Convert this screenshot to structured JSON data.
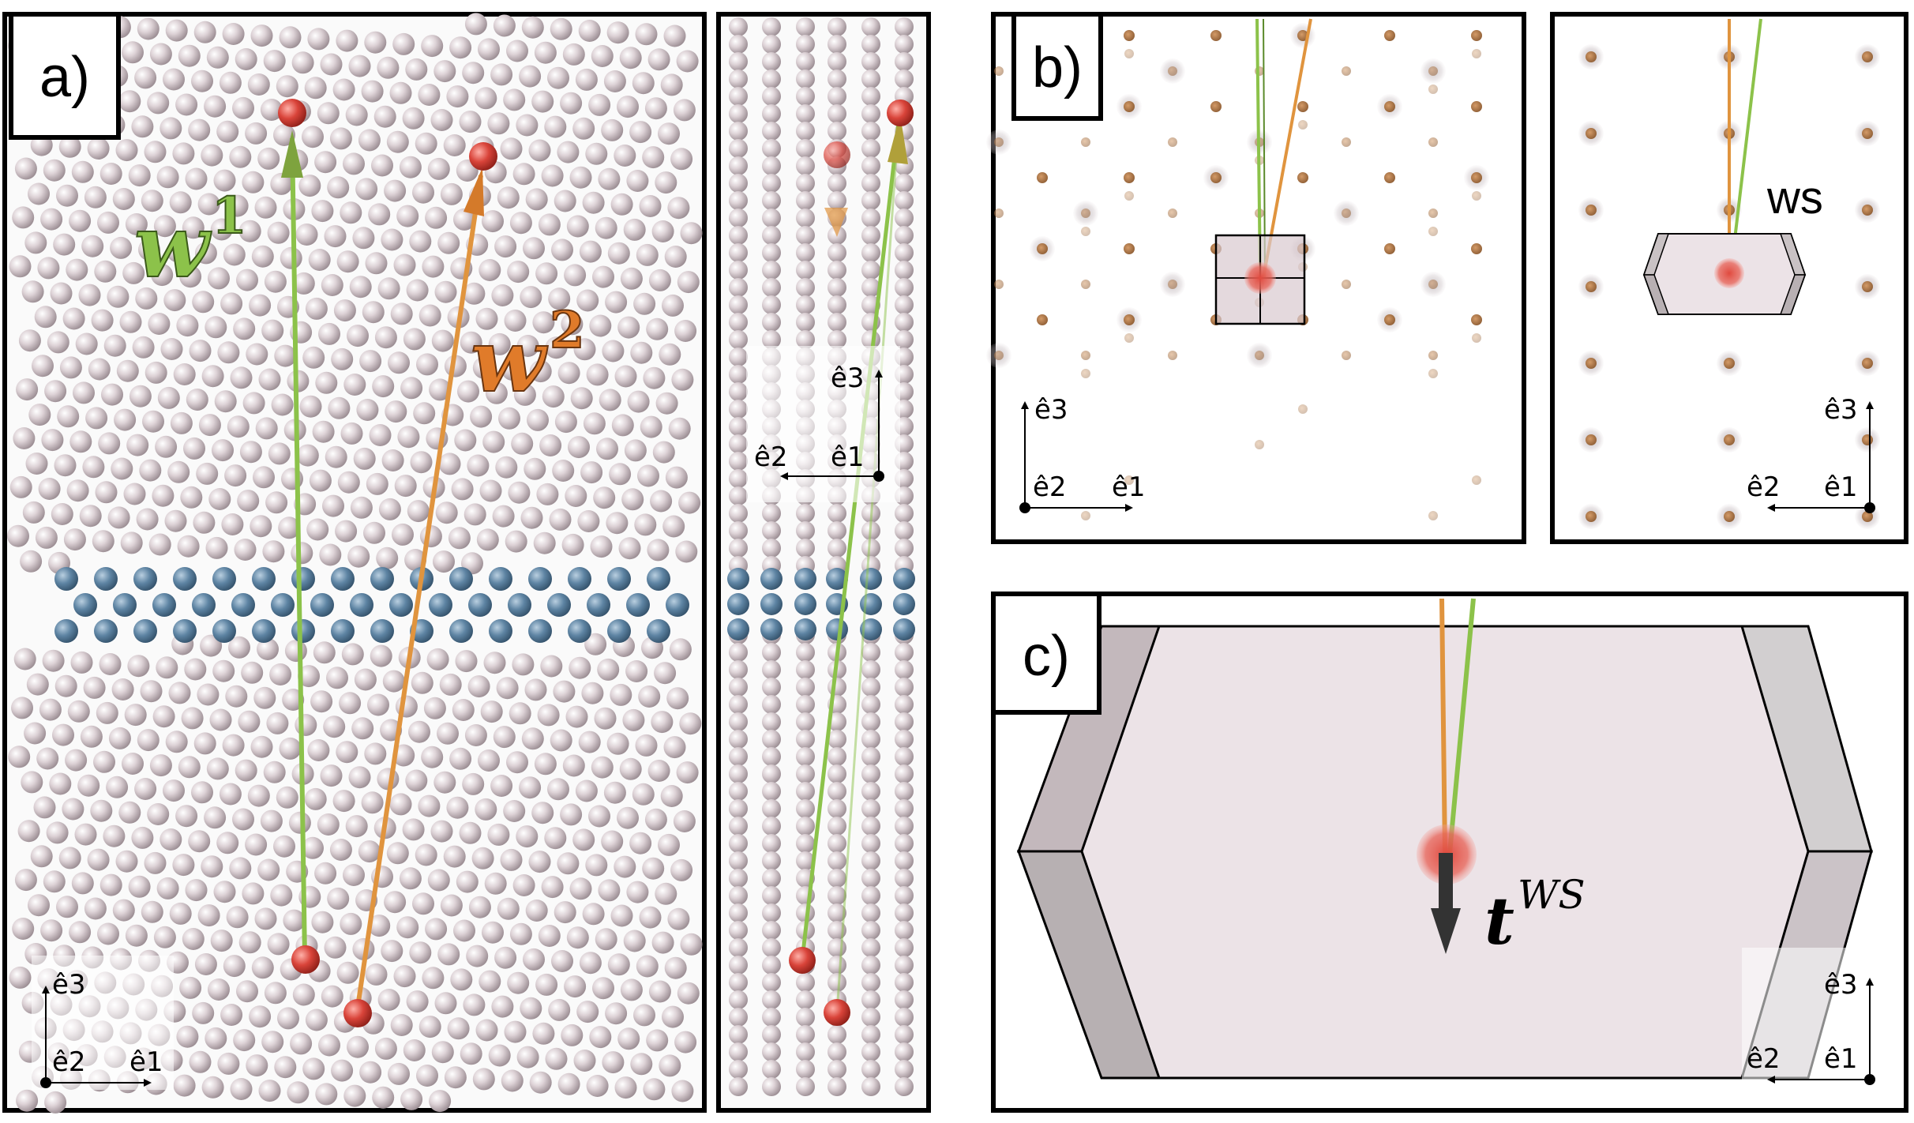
{
  "panels": {
    "a": {
      "label": "a)"
    },
    "b": {
      "label": "b)"
    },
    "c": {
      "label": "c)"
    }
  },
  "vectors": {
    "w1": {
      "base": "w",
      "sup": "1",
      "color": "#8cc24a"
    },
    "w2": {
      "base": "w",
      "sup": "2",
      "color": "#e07b2a"
    },
    "tws": {
      "base": "t",
      "sup": "WS",
      "color": "#333333"
    }
  },
  "ws_label": "ws",
  "axes": {
    "e1": "ê1",
    "e2": "ê2",
    "e3": "ê3"
  },
  "colors": {
    "atom": "#cfc2c8",
    "interface_atom": "#5b7f9e",
    "highlight_atom": "#d9443a",
    "site": "#b07a4a",
    "cell_fill": "#efe6ea",
    "cell_side": "#c9c2c4"
  }
}
